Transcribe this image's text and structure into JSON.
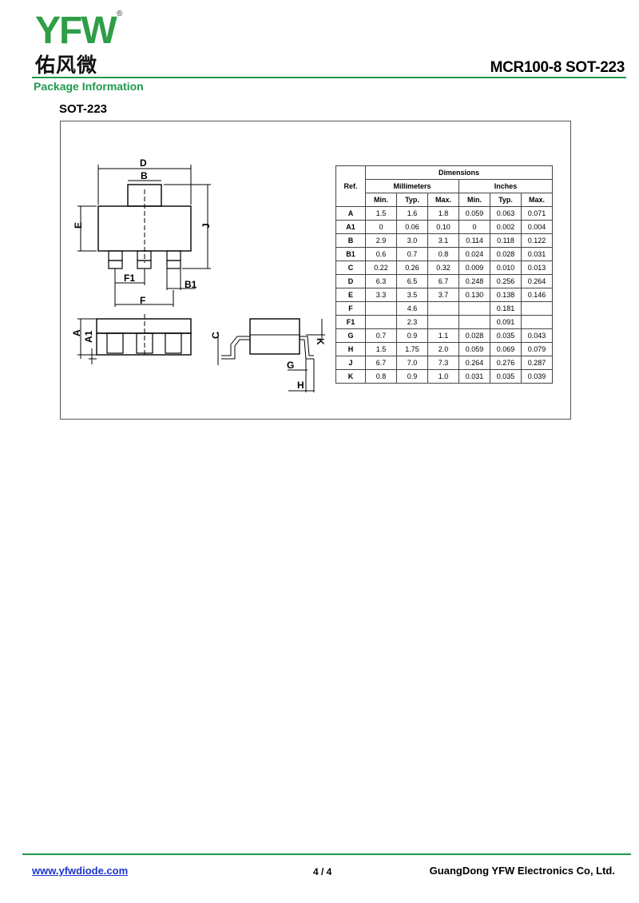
{
  "header": {
    "logo_text": "YFW",
    "logo_cn": "佑风微",
    "doc_title": "MCR100-8 SOT-223",
    "brand_green": "#1d9a4c"
  },
  "section_title": "Package Information",
  "package_name": "SOT-223",
  "drawing_labels": {
    "D": "D",
    "B": "B",
    "E": "E",
    "J": "J",
    "F1": "F1",
    "B1": "B1",
    "F": "F",
    "A": "A",
    "A1": "A1",
    "C": "C",
    "K": "K",
    "G": "G",
    "H": "H"
  },
  "table": {
    "ref_header": "Ref.",
    "dimensions_header": "Dimensions",
    "mm_header": "Millimeters",
    "in_header": "Inches",
    "sub_headers": [
      "Min.",
      "Typ.",
      "Max.",
      "Min.",
      "Typ.",
      "Max."
    ],
    "rows": [
      {
        "ref": "A",
        "vals": [
          "1.5",
          "1.6",
          "1.8",
          "0.059",
          "0.063",
          "0.071"
        ]
      },
      {
        "ref": "A1",
        "vals": [
          "0",
          "0.06",
          "0.10",
          "0",
          "0.002",
          "0.004"
        ]
      },
      {
        "ref": "B",
        "vals": [
          "2.9",
          "3.0",
          "3.1",
          "0.114",
          "0.118",
          "0.122"
        ]
      },
      {
        "ref": "B1",
        "vals": [
          "0.6",
          "0.7",
          "0.8",
          "0.024",
          "0.028",
          "0.031"
        ]
      },
      {
        "ref": "C",
        "vals": [
          "0.22",
          "0.26",
          "0.32",
          "0.009",
          "0.010",
          "0.013"
        ]
      },
      {
        "ref": "D",
        "vals": [
          "6.3",
          "6.5",
          "6.7",
          "0.248",
          "0.256",
          "0.264"
        ]
      },
      {
        "ref": "E",
        "vals": [
          "3.3",
          "3.5",
          "3.7",
          "0.130",
          "0.138",
          "0.146"
        ]
      },
      {
        "ref": "F",
        "vals": [
          "",
          "4.6",
          "",
          "",
          "0.181",
          ""
        ]
      },
      {
        "ref": "F1",
        "vals": [
          "",
          "2.3",
          "",
          "",
          "0.091",
          ""
        ]
      },
      {
        "ref": "G",
        "vals": [
          "0.7",
          "0.9",
          "1.1",
          "0.028",
          "0.035",
          "0.043"
        ]
      },
      {
        "ref": "H",
        "vals": [
          "1.5",
          "1.75",
          "2.0",
          "0.059",
          "0.069",
          "0.079"
        ]
      },
      {
        "ref": "J",
        "vals": [
          "6.7",
          "7.0",
          "7.3",
          "0.264",
          "0.276",
          "0.287"
        ]
      },
      {
        "ref": "K",
        "vals": [
          "0.8",
          "0.9",
          "1.0",
          "0.031",
          "0.035",
          "0.039"
        ]
      }
    ]
  },
  "footer": {
    "website": "www.yfwdiode.com",
    "page": "4 / 4",
    "company": "GuangDong YFW Electronics Co, Ltd."
  }
}
